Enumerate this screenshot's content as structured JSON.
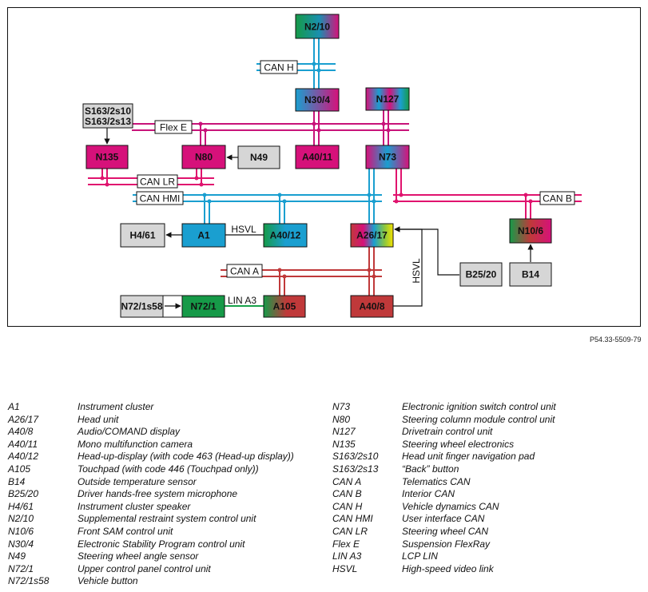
{
  "reference": "P54.33-5509-79",
  "colors": {
    "can_h": "#1a9fd0",
    "can_hmi": "#1a9fd0",
    "can_b": "#e0136e",
    "can_lr": "#e0136e",
    "flex_e": "#c8137a",
    "can_a": "#c0393a",
    "lin": "#18a14a",
    "hsvl": "#111111",
    "magenta_box": "#d6117a",
    "blue_box": "#1a9fd0",
    "red_box": "#c0393a",
    "green_box": "#169a48",
    "grey_box": "#d6d6d6"
  },
  "nodes": {
    "n2_10": "N2/10",
    "n30_4": "N30/4",
    "n127": "N127",
    "a40_11": "A40/11",
    "n73": "N73",
    "n135": "N135",
    "n80": "N80",
    "n49": "N49",
    "s163": "S163/2s10\nS163/2s13",
    "s163_line1": "S163/2s10",
    "s163_line2": "S163/2s13",
    "h4_61": "H4/61",
    "a1": "A1",
    "a40_12": "A40/12",
    "a26_17": "A26/17",
    "n10_6": "N10/6",
    "b25_20": "B25/20",
    "b14": "B14",
    "n72_1s58": "N72/1s58",
    "n72_1": "N72/1",
    "a105": "A105",
    "a40_8": "A40/8"
  },
  "buses": {
    "can_h": "CAN H",
    "flex_e": "Flex E",
    "can_lr": "CAN LR",
    "can_hmi": "CAN HMI",
    "can_b": "CAN B",
    "can_a": "CAN A",
    "lin_a3": "LIN A3",
    "hsvl_top": "HSVL",
    "hsvl_side": "HSVL"
  },
  "legend": {
    "left": [
      {
        "code": "A1",
        "desc": "Instrument cluster"
      },
      {
        "code": "A26/17",
        "desc": "Head unit"
      },
      {
        "code": "A40/8",
        "desc": "Audio/COMAND display"
      },
      {
        "code": "A40/11",
        "desc": "Mono multifunction camera"
      },
      {
        "code": "A40/12",
        "desc": "Head-up-display (with code 463 (Head-up display))"
      },
      {
        "code": "A105",
        "desc": "Touchpad (with code 446 (Touchpad only))"
      },
      {
        "code": "B14",
        "desc": "Outside temperature sensor"
      },
      {
        "code": "B25/20",
        "desc": "Driver hands-free system microphone"
      },
      {
        "code": "H4/61",
        "desc": "Instrument cluster speaker"
      },
      {
        "code": "N2/10",
        "desc": "Supplemental restraint system control unit"
      },
      {
        "code": "N10/6",
        "desc": "Front SAM control unit"
      },
      {
        "code": "N30/4",
        "desc": "Electronic Stability Program control unit"
      },
      {
        "code": "N49",
        "desc": "Steering wheel angle sensor"
      },
      {
        "code": "N72/1",
        "desc": "Upper control panel control unit"
      },
      {
        "code": "N72/1s58",
        "desc": "Vehicle button"
      }
    ],
    "right": [
      {
        "code": "N73",
        "desc": "Electronic ignition switch control unit"
      },
      {
        "code": "N80",
        "desc": "Steering column module control unit"
      },
      {
        "code": "N127",
        "desc": "Drivetrain control unit"
      },
      {
        "code": "N135",
        "desc": "Steering wheel electronics"
      },
      {
        "code": "S163/2s10",
        "desc": "Head unit finger navigation pad"
      },
      {
        "code": "S163/2s13",
        "desc": "“Back” button"
      },
      {
        "code": "CAN A",
        "desc": "Telematics CAN"
      },
      {
        "code": "CAN B",
        "desc": "Interior CAN"
      },
      {
        "code": "CAN H",
        "desc": "Vehicle dynamics CAN"
      },
      {
        "code": "CAN HMI",
        "desc": "User interface CAN"
      },
      {
        "code": "CAN LR",
        "desc": "Steering wheel CAN"
      },
      {
        "code": "Flex E",
        "desc": "Suspension FlexRay"
      },
      {
        "code": "LIN A3",
        "desc": "LCP LIN"
      },
      {
        "code": "HSVL",
        "desc": "High-speed video link"
      }
    ]
  }
}
